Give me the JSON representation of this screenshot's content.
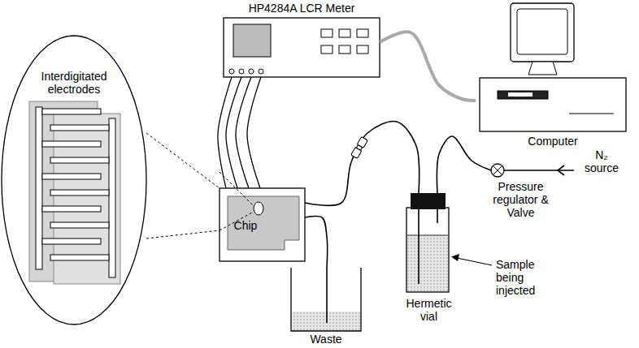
{
  "diagram": {
    "nodes": [
      {
        "text": [
          "Interdigitated electrodes"
        ]
      },
      {
        "text": [
          "HP4284A LCR Meter"
        ]
      },
      {
        "text": [
          "Computer"
        ]
      },
      {
        "text": [
          "Chip"
        ]
      },
      {
        "text": [
          "Waste"
        ]
      },
      {
        "text": [
          "Hermetic vial"
        ]
      },
      {
        "text": [
          "Pressure regulator & Valve"
        ]
      }
    ],
    "edges": [
      {
        "from": 0,
        "to": 3,
        "arrow": "none"
      },
      {
        "from": 0,
        "to": 3,
        "arrow": "none"
      },
      {
        "from": 1,
        "to": 3,
        "arrow": "none"
      },
      {
        "from": 1,
        "to": 3,
        "arrow": "none"
      },
      {
        "from": 1,
        "to": 3,
        "arrow": "none"
      },
      {
        "from": 1,
        "to": 3,
        "arrow": "none"
      },
      {
        "from": 1,
        "to": 2,
        "arrow": "none"
      },
      {
        "from": 3,
        "to": 5,
        "arrow": "none"
      },
      {
        "from": 3,
        "to": 4,
        "arrow": "none"
      },
      {
        "from": 6,
        "to": 5,
        "arrow": "none"
      }
    ],
    "labels": [
      "N₂ source",
      "Sample being injected"
    ]
  }
}
